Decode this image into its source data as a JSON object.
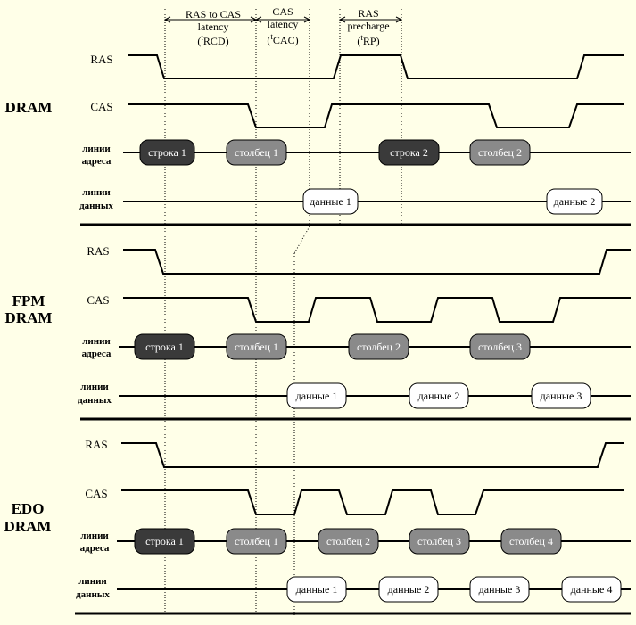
{
  "colors": {
    "background": "#ffffe8",
    "row_pill": "#3a3a3a",
    "col_pill": "#8a8a8a",
    "data_pill": "#ffffff",
    "pill_text_light": "#ffffff",
    "pill_text_dark": "#000000",
    "line": "#000000"
  },
  "annotations": {
    "rcd": {
      "line1": "RAS to CAS",
      "line2": "latency",
      "line3": "(tRCD)"
    },
    "cac": {
      "line1": "CAS",
      "line2": "latency",
      "line3": "(tCAC)"
    },
    "rp": {
      "line1": "RAS",
      "line2": "precharge",
      "line3": "(tRP)"
    }
  },
  "labels": {
    "ras": "RAS",
    "cas": "CAS",
    "addr_1": "линии",
    "addr_2": "адреса",
    "data_1": "линии",
    "data_2": "данных"
  },
  "sections": [
    {
      "title": [
        "DRAM"
      ],
      "address_pills": [
        {
          "text": "строка 1",
          "kind": "row"
        },
        {
          "text": "столбец 1",
          "kind": "col"
        },
        {
          "text": "строка 2",
          "kind": "row"
        },
        {
          "text": "столбец 2",
          "kind": "col"
        }
      ],
      "data_pills": [
        {
          "text": "данные 1"
        },
        {
          "text": "данные 2"
        }
      ]
    },
    {
      "title": [
        "FPM",
        "DRAM"
      ],
      "address_pills": [
        {
          "text": "строка 1",
          "kind": "row"
        },
        {
          "text": "столбец 1",
          "kind": "col"
        },
        {
          "text": "столбец 2",
          "kind": "col"
        },
        {
          "text": "столбец 3",
          "kind": "col"
        }
      ],
      "data_pills": [
        {
          "text": "данные 1"
        },
        {
          "text": "данные 2"
        },
        {
          "text": "данные 3"
        }
      ]
    },
    {
      "title": [
        "EDO",
        "DRAM"
      ],
      "address_pills": [
        {
          "text": "строка 1",
          "kind": "row"
        },
        {
          "text": "столбец 1",
          "kind": "col"
        },
        {
          "text": "столбец 2",
          "kind": "col"
        },
        {
          "text": "столбец 3",
          "kind": "col"
        },
        {
          "text": "столбец 4",
          "kind": "col"
        }
      ],
      "data_pills": [
        {
          "text": "данные 1"
        },
        {
          "text": "данные 2"
        },
        {
          "text": "данные 3"
        },
        {
          "text": "данные 4"
        }
      ]
    }
  ]
}
